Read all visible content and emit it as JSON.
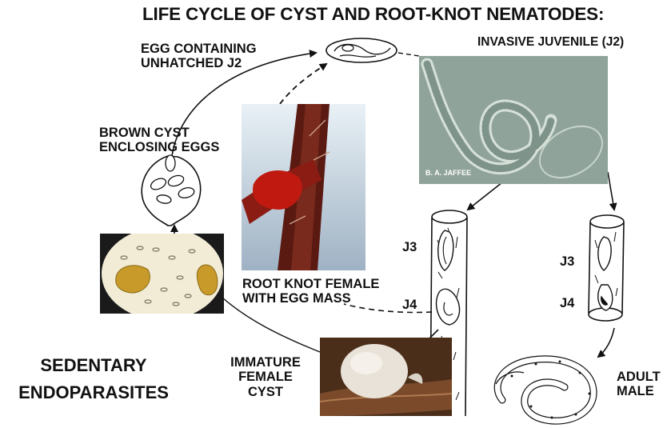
{
  "title": "LIFE CYCLE OF CYST AND ROOT-KNOT NEMATODES:",
  "labels": {
    "egg": "EGG CONTAINING\nUNHATCHED J2",
    "juvenile": "INVASIVE JUVENILE (J2)",
    "brown_cyst": "BROWN CYST\nENCLOSING EGGS",
    "root_knot": "ROOT KNOT FEMALE\nWITH EGG MASS",
    "j3_left": "J3",
    "j4_left": "J4",
    "j3_right": "J3",
    "j4_right": "J4",
    "immature": "IMMATURE\nFEMALE\nCYST",
    "adult_male": "ADULT\nMALE",
    "sedentary": "SEDENTARY\nENDOPARASITES"
  },
  "photo_credit": "B. A. JAFFEE",
  "colors": {
    "micrograph_bg": "#8fa39a",
    "root_red": "#8b1c14",
    "egg_mass_red": "#c01a10",
    "cyst_gold": "#c79a2a",
    "microscope_bg": "#f2ecd6",
    "cyst_white": "#e8e2d8",
    "root_brown": "#7a4a2a"
  }
}
